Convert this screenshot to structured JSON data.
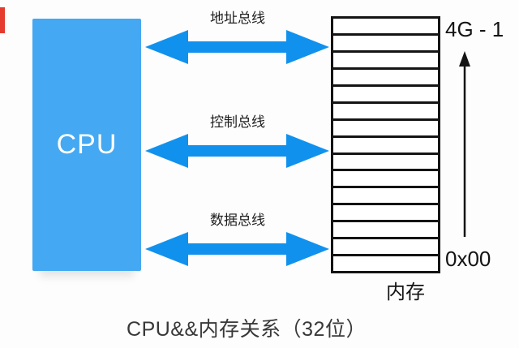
{
  "diagram": {
    "cpu_label": "CPU",
    "buses": [
      {
        "label": "地址总线"
      },
      {
        "label": "控制总线"
      },
      {
        "label": "数据总线"
      }
    ],
    "memory": {
      "label": "内存",
      "top_address": "4G - 1",
      "bottom_address": "0x00",
      "rows": 15
    },
    "caption": "CPU&&内存关系（32位）",
    "colors": {
      "cpu_fill": "#45a8f2",
      "bus_fill": "#1191ee",
      "line_color": "#141414",
      "marker_red": "#e43b2e"
    }
  }
}
